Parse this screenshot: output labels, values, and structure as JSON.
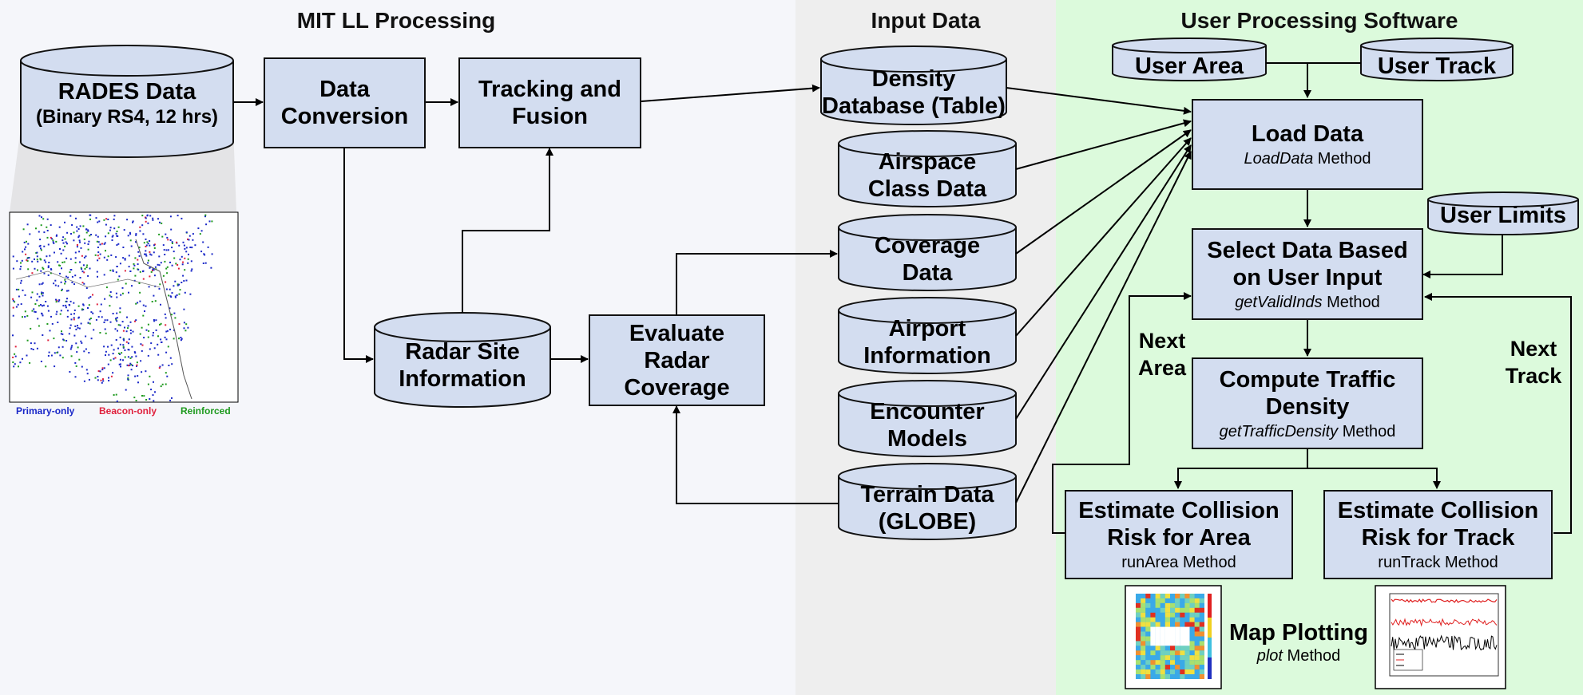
{
  "panels": {
    "mitll": {
      "title": "MIT LL Processing"
    },
    "input": {
      "title": "Input Data"
    },
    "user": {
      "title": "User Processing Software"
    }
  },
  "mitll": {
    "rades": {
      "title": "RADES Data",
      "sub": "(Binary RS4, 12 hrs)"
    },
    "conversion": {
      "line1": "Data",
      "line2": "Conversion"
    },
    "tracking": {
      "line1": "Tracking and",
      "line2": "Fusion"
    },
    "radar_site": {
      "line1": "Radar Site",
      "line2": "Information"
    },
    "evaluate": {
      "line1": "Evaluate",
      "line2": "Radar",
      "line3": "Coverage"
    },
    "legend": {
      "primary": "Primary-only",
      "beacon": "Beacon-only",
      "reinforced": "Reinforced"
    }
  },
  "input": {
    "density": {
      "line1": "Density",
      "line2": "Database (Table)"
    },
    "airspace": {
      "line1": "Airspace",
      "line2": "Class Data"
    },
    "coverage": {
      "line1": "Coverage",
      "line2": "Data"
    },
    "airport": {
      "line1": "Airport",
      "line2": "Information"
    },
    "encounter": {
      "line1": "Encounter",
      "line2": "Models"
    },
    "terrain": {
      "line1": "Terrain Data",
      "line2": "(GLOBE)"
    }
  },
  "user": {
    "user_area": "User Area",
    "user_track": "User Track",
    "user_limits": "User Limits",
    "load": {
      "title": "Load Data",
      "method_name": "LoadData",
      "method_suffix": " Method"
    },
    "select": {
      "line1": "Select Data Based",
      "line2": "on User Input",
      "method_name": "getValidInds",
      "method_suffix": " Method"
    },
    "compute": {
      "line1": "Compute Traffic",
      "line2": "Density",
      "method_name": "getTrafficDensity",
      "method_suffix": " Method"
    },
    "est_area": {
      "line1": "Estimate Collision",
      "line2": "Risk for Area",
      "method": "runArea Method"
    },
    "est_track": {
      "line1": "Estimate Collision",
      "line2": "Risk for Track",
      "method": "runTrack Method"
    },
    "next_area": {
      "line1": "Next",
      "line2": "Area"
    },
    "next_track": {
      "line1": "Next",
      "line2": "Track"
    },
    "map_plotting": {
      "title": "Map Plotting",
      "method_name": "plot",
      "method_suffix": " Method"
    }
  },
  "colors": {
    "box_fill": "#d3ddf0",
    "mitll_bg": "#f5f6fa",
    "input_bg": "#eeeeee",
    "user_bg": "#dcfadc",
    "primary": "#1a28c8",
    "beacon": "#e0203c",
    "reinforced": "#1e9a1e"
  }
}
